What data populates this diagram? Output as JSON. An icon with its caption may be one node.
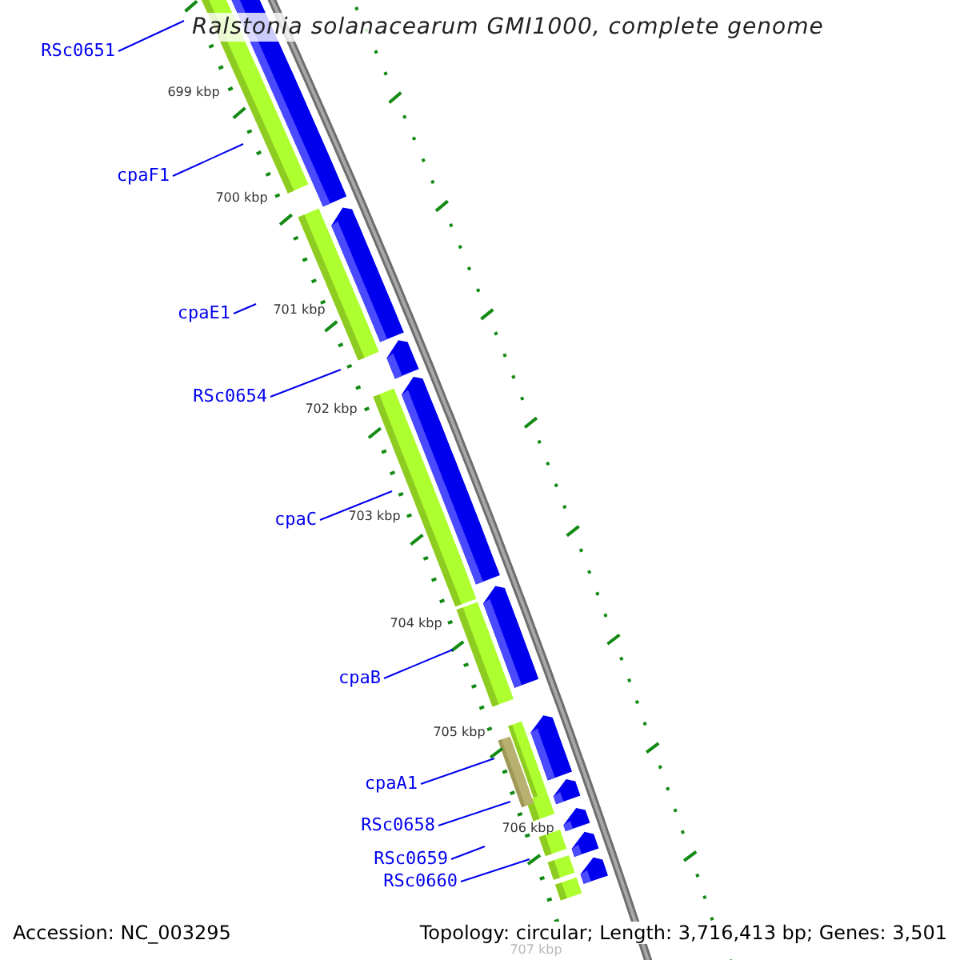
{
  "diagram": {
    "title": "Ralstonia solanacearum GMI1000, complete genome",
    "nodes": [
      {
        "text": [
          "RSc0651"
        ]
      },
      {
        "text": [
          "cpaF1"
        ]
      },
      {
        "text": [
          "cpaE1"
        ]
      },
      {
        "text": [
          "RSc0654"
        ]
      },
      {
        "text": [
          "cpaC"
        ]
      },
      {
        "text": [
          "cpaB"
        ]
      },
      {
        "text": [
          "cpaA1"
        ]
      },
      {
        "text": [
          "RSc0658"
        ]
      },
      {
        "text": [
          "RSc0659"
        ]
      },
      {
        "text": [
          "RSc0660"
        ]
      }
    ],
    "edges": [
      {
        "from": 0,
        "to": null,
        "arrow": "none"
      },
      {
        "from": 1,
        "to": null,
        "arrow": "none"
      },
      {
        "from": 2,
        "to": null,
        "arrow": "none"
      },
      {
        "from": 3,
        "to": null,
        "arrow": "none"
      },
      {
        "from": 4,
        "to": null,
        "arrow": "none"
      },
      {
        "from": 5,
        "to": null,
        "arrow": "none"
      },
      {
        "from": 6,
        "to": null,
        "arrow": "none"
      },
      {
        "from": 7,
        "to": null,
        "arrow": "none"
      },
      {
        "from": 8,
        "to": null,
        "arrow": "none"
      },
      {
        "from": 9,
        "to": null,
        "arrow": "none"
      }
    ],
    "labels": [
      "699 kbp",
      "700 kbp",
      "701 kbp",
      "702 kbp",
      "703 kbp",
      "704 kbp",
      "705 kbp",
      "706 kbp",
      "Accession: NC_003295",
      "Topology: circular; Length: 3,716,413 bp; Genes: 3,501",
      "707 kbp"
    ]
  }
}
